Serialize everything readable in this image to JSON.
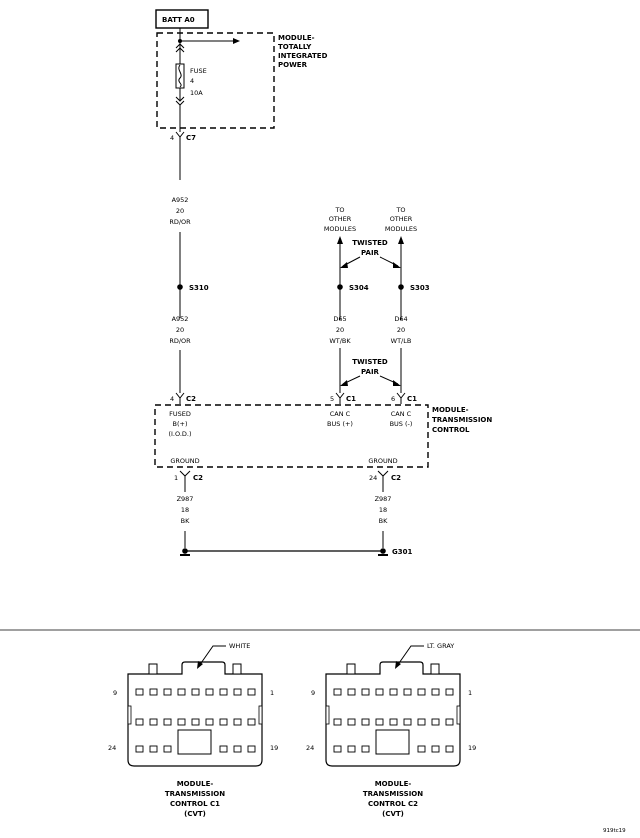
{
  "supply": {
    "label": "BATT A0",
    "module_line1": "MODULE-",
    "module_line2": "TOTALLY",
    "module_line3": "INTEGRATED",
    "module_line4": "POWER",
    "fuse_label": "FUSE",
    "fuse_number": "4",
    "fuse_rating": "10A",
    "c7_pin": "4",
    "c7_label": "C7"
  },
  "wires": {
    "a952_upper": {
      "circuit": "A952",
      "gauge": "20",
      "color": "RD/OR"
    },
    "a952_lower": {
      "circuit": "A952",
      "gauge": "20",
      "color": "RD/OR"
    },
    "d65": {
      "circuit": "D65",
      "gauge": "20",
      "color": "WT/BK"
    },
    "d64": {
      "circuit": "D64",
      "gauge": "20",
      "color": "WT/LB"
    },
    "z987_left": {
      "circuit": "Z987",
      "gauge": "18",
      "color": "BK"
    },
    "z987_right": {
      "circuit": "Z987",
      "gauge": "18",
      "color": "BK"
    }
  },
  "splices": {
    "s310": "S310",
    "s304": "S304",
    "s303": "S303"
  },
  "to_other_left": {
    "l1": "TO",
    "l2": "OTHER",
    "l3": "MODULES"
  },
  "to_other_right": {
    "l1": "TO",
    "l2": "OTHER",
    "l3": "MODULES"
  },
  "twisted_upper": {
    "l1": "TWISTED",
    "l2": "PAIR"
  },
  "twisted_lower": {
    "l1": "TWISTED",
    "l2": "PAIR"
  },
  "tcm": {
    "line1": "MODULE-",
    "line2": "TRANSMISSION",
    "line3": "CONTROL",
    "fused_l1": "FUSED",
    "fused_l2": "B(+)",
    "fused_l3": "(I.O.D.)",
    "canh_l1": "CAN C",
    "canh_l2": "BUS (+)",
    "canl_l1": "CAN C",
    "canl_l2": "BUS (-)",
    "ground_left": "GROUND",
    "ground_right": "GROUND",
    "pin_fused": "4",
    "conn_fused": "C2",
    "pin_canh": "5",
    "conn_canh": "C1",
    "pin_canl": "6",
    "conn_canl": "C1",
    "pin_gnd_left": "1",
    "conn_gnd_left": "C2",
    "pin_gnd_right": "24",
    "conn_gnd_right": "C2"
  },
  "ground_point": "G301",
  "connectors": [
    {
      "color_label": "WHITE",
      "pin_top_left": "9",
      "pin_top_right": "1",
      "pin_bottom_left": "24",
      "pin_bottom_right": "19",
      "name_l1": "MODULE-",
      "name_l2": "TRANSMISSION",
      "name_l3": "CONTROL C1",
      "name_l4": "(CVT)"
    },
    {
      "color_label": "LT. GRAY",
      "pin_top_left": "9",
      "pin_top_right": "1",
      "pin_bottom_left": "24",
      "pin_bottom_right": "19",
      "name_l1": "MODULE-",
      "name_l2": "TRANSMISSION",
      "name_l3": "CONTROL C2",
      "name_l4": "(CVT)"
    }
  ],
  "figure_id": "919tc19"
}
